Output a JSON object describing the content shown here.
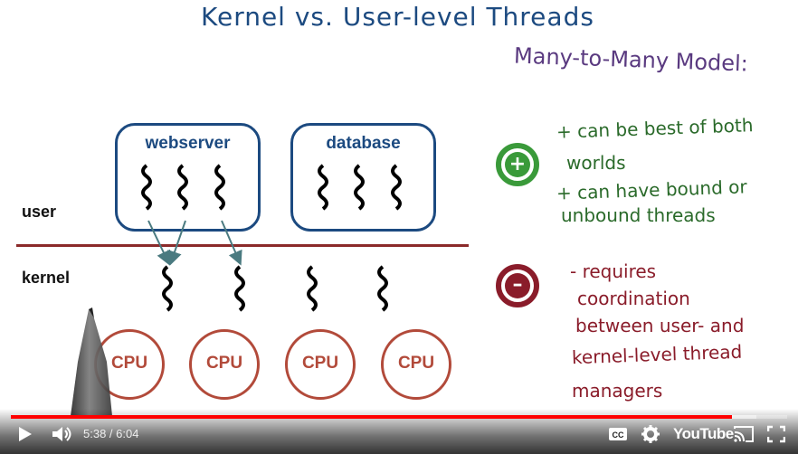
{
  "slide": {
    "title": "Kernel vs. User-level Threads",
    "model_title": "Many-to-Many Model:",
    "webserver_label": "webserver",
    "database_label": "database",
    "user_label": "user",
    "kernel_label": "kernel",
    "cpus": [
      "CPU",
      "CPU",
      "CPU",
      "CPU"
    ],
    "pros": [
      "+ can be best of both",
      "worlds",
      "+ can have bound or",
      "unbound threads"
    ],
    "cons": [
      "- requires",
      "coordination",
      "between user- and",
      "kernel-level thread",
      "managers"
    ],
    "plus_glyph": "+",
    "minus_glyph": "–"
  },
  "player": {
    "time": "5:38 / 6:04",
    "progress": 0.929,
    "buffered": 0.96,
    "logo": "YouTube",
    "cc_label": "CC"
  },
  "colors": {
    "blue": "#1c4a80",
    "green": "#3a9a3a",
    "maroon": "#8a1c2a",
    "cpu": "#b24a3a",
    "progress": "#ff0000"
  }
}
